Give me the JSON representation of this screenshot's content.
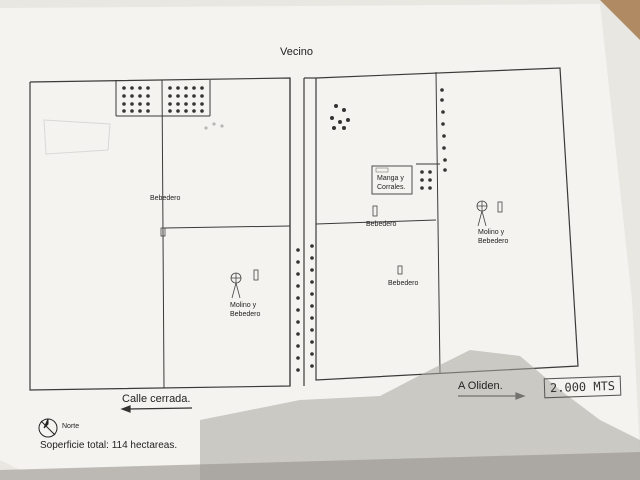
{
  "map": {
    "title_top": "Vecino",
    "labels": {
      "bebedero_left": "Bebedero",
      "bebedero_center": "Bebedero",
      "bebedero_right_mid": "Bebedero",
      "manga": "Manga y",
      "corrales": "Corrales.",
      "molino_left_1": "Molino y",
      "molino_left_2": "Bebedero",
      "molino_right_1": "Molino y",
      "molino_right_2": "Bebedero"
    },
    "bottom_left": "Calle cerrada.",
    "bottom_right": "A Oliden.",
    "handwritten": "2.000 MTS",
    "compass": "Norte",
    "total": "Soperficie total: 114 hectareas."
  }
}
